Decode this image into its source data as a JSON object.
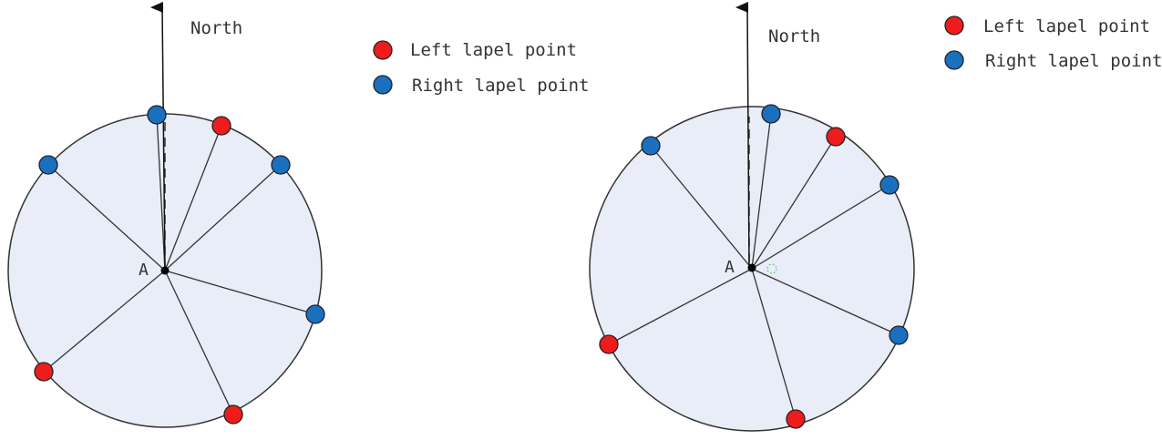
{
  "diagrams": [
    {
      "north_label": "North",
      "center_label": "A",
      "legend": [
        {
          "label": "Left lapel point",
          "color": "#ee1c1c"
        },
        {
          "label": "Right lapel point",
          "color": "#1a6fbf"
        }
      ],
      "points": [
        {
          "type": "right"
        },
        {
          "type": "left"
        },
        {
          "type": "right"
        },
        {
          "type": "right"
        },
        {
          "type": "left"
        },
        {
          "type": "left"
        },
        {
          "type": "right"
        }
      ]
    },
    {
      "north_label": "North",
      "center_label": "A",
      "legend": [
        {
          "label": "Left lapel point",
          "color": "#ee1c1c"
        },
        {
          "label": "Right lapel point",
          "color": "#1a6fbf"
        }
      ],
      "points": [
        {
          "type": "right"
        },
        {
          "type": "left"
        },
        {
          "type": "right"
        },
        {
          "type": "right"
        },
        {
          "type": "left"
        },
        {
          "type": "left"
        },
        {
          "type": "right"
        }
      ]
    }
  ],
  "colors": {
    "left": "#ee1c1c",
    "right": "#1a6fbf",
    "disc_fill": "#e8edf8",
    "stroke": "#333333"
  }
}
